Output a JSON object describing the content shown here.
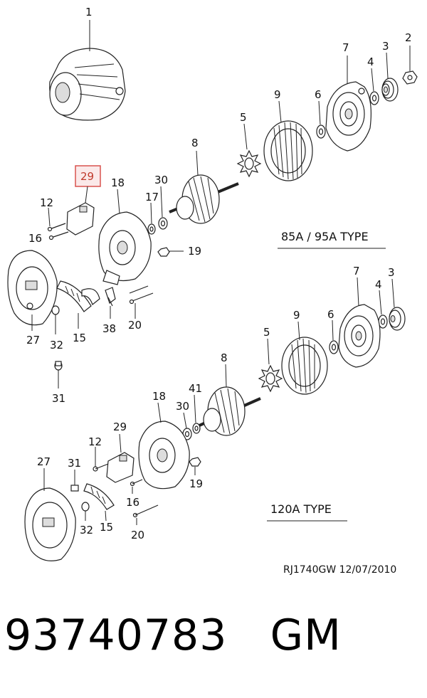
{
  "callouts_upper": {
    "c1": "1",
    "c2": "2",
    "c3": "3",
    "c4": "4",
    "c7": "7",
    "c6": "6",
    "c9": "9",
    "c5": "5",
    "c8": "8",
    "c29": "29",
    "c18": "18",
    "c30": "30",
    "c17": "17",
    "c12": "12",
    "c16": "16",
    "c19": "19",
    "c27": "27",
    "c32": "32",
    "c15": "15",
    "c38": "38",
    "c20": "20",
    "c31": "31"
  },
  "callouts_lower": {
    "c7": "7",
    "c3": "3",
    "c4": "4",
    "c9": "9",
    "c6": "6",
    "c5": "5",
    "c8": "8",
    "c41": "41",
    "c18": "18",
    "c30": "30",
    "c29": "29",
    "c12": "12",
    "c31": "31",
    "c27": "27",
    "c19": "19",
    "c16": "16",
    "c32": "32",
    "c15": "15",
    "c20": "20"
  },
  "type_labels": {
    "upper": "85A / 95A TYPE",
    "lower": "120A TYPE"
  },
  "reference": "RJ1740GW  12/07/2010",
  "part_number": "93740783   GM",
  "highlight_color": "#d9534f"
}
